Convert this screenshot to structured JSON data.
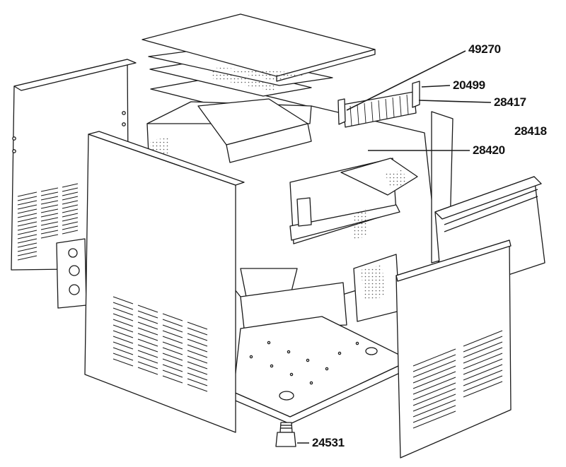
{
  "diagram": {
    "colors": {
      "ink": "#1a1a1a",
      "paper": "#ffffff",
      "shade": "#9a9a9a"
    },
    "callouts": [
      {
        "id": "49270",
        "label": "49270"
      },
      {
        "id": "20499",
        "label": "20499"
      },
      {
        "id": "28417",
        "label": "28417"
      },
      {
        "id": "28418",
        "label": "28418"
      },
      {
        "id": "28420",
        "label": "28420"
      },
      {
        "id": "24531",
        "label": "24531"
      }
    ]
  }
}
